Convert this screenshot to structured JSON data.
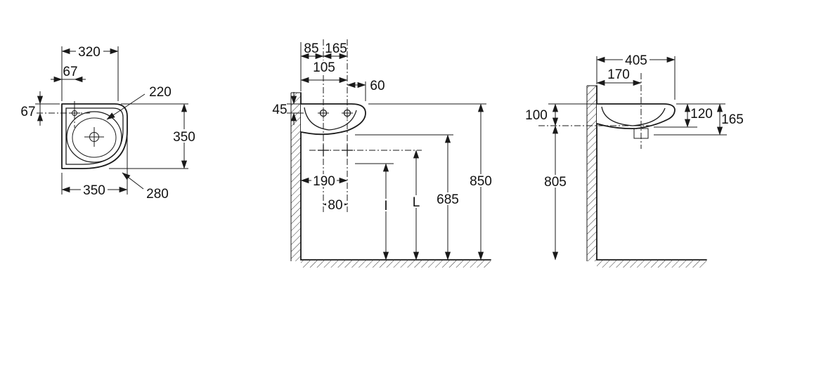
{
  "drawing": {
    "type": "corner-washbasin-technical-drawing",
    "plan": {
      "overall_width": "320",
      "faucet_offset_x": "67",
      "faucet_offset_y": "67",
      "bowl_radius": "220",
      "wall_depth": "350",
      "overall_depth": "350",
      "front_radius": "280"
    },
    "front": {
      "wall_to_axis1": "85",
      "axis_spacing": "165",
      "wall_to_axis2": "105",
      "axis2_to_edge": "60",
      "rim_thickness": "45",
      "wall_to_fixings": "190",
      "fixing_spacing": "80",
      "var_i": "I",
      "var_l": "L",
      "underside_height": "685",
      "rim_height": "850"
    },
    "side": {
      "overall_depth": "405",
      "wall_to_trap_axis": "170",
      "rim_to_fixings": "100",
      "front_apron": "120",
      "front_height": "165",
      "fixing_height": "805"
    }
  }
}
